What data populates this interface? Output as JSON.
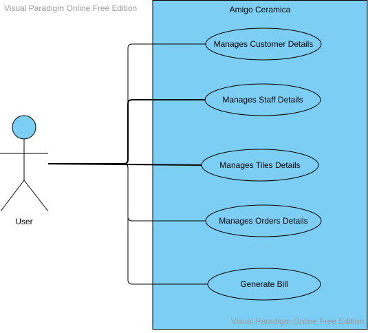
{
  "watermark": {
    "top": "Visual Paradigm Online Free Edition",
    "bottom": "Visual Paradigm Online Free Edition"
  },
  "system": {
    "title": "Amigo Ceramica",
    "fill": "#7dcef5",
    "stroke": "#000000"
  },
  "actor": {
    "label": "User",
    "head_fill": "#7dcef5"
  },
  "use_cases": [
    {
      "label": "Manages Customer Details"
    },
    {
      "label": "Manages Staff Details"
    },
    {
      "label": "Manages Tiles Details"
    },
    {
      "label": "Manages Orders Details"
    },
    {
      "label": "Generate Bill"
    }
  ],
  "colors": {
    "line": "#000000",
    "ellipse_fill": "#7dcef5",
    "watermark": "#9a9a9a"
  }
}
